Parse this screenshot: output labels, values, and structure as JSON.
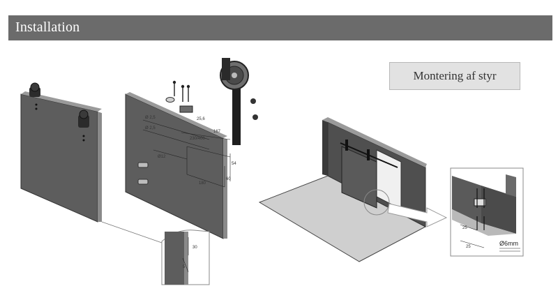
{
  "header": {
    "title": "Installation"
  },
  "label_box": {
    "text": "Montering af styr"
  },
  "dimensions": {
    "d1": "Ø 2,5",
    "d2": "Ø 2,5",
    "d3": "Ø12",
    "d4": "25,6",
    "d5": "167",
    "d6": "230/400",
    "d7": "54",
    "d8": "60",
    "d9": "180",
    "d10": "30",
    "d11": "5",
    "d12": "25",
    "d13": "25",
    "d14": "Ø6mm"
  },
  "colors": {
    "header_bg": "#6b6b6b",
    "door": "#5d5d5d",
    "door_edge": "#8a8a8a",
    "floor": "#cfcfcf",
    "wall": "#4f4f4f"
  }
}
